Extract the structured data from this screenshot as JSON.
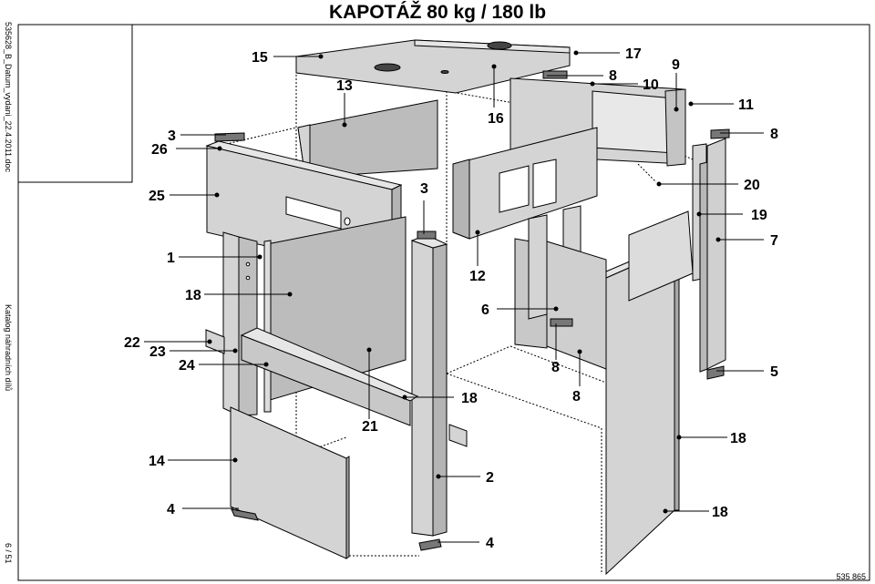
{
  "title": "KAPOTÁŽ 80 kg / 180 lb",
  "side_text": {
    "doc_ref": "535628_B_Datum_vydani_22.4.2011.doc",
    "catalog": "Katalog náhradních dílů",
    "page": "6 / 51"
  },
  "figure_number": "535 865",
  "callouts": [
    "15",
    "17",
    "8",
    "9",
    "10",
    "11",
    "13",
    "16",
    "3",
    "26",
    "8",
    "25",
    "3",
    "20",
    "19",
    "12",
    "7",
    "1",
    "18",
    "6",
    "22",
    "23",
    "8",
    "24",
    "5",
    "18",
    "21",
    "8",
    "18",
    "14",
    "2",
    "4",
    "4",
    "18"
  ],
  "colors": {
    "panel": "#d4d4d4",
    "panel_dark": "#b4b4b4",
    "panel_light": "#e6e6e6",
    "line": "#000000"
  }
}
